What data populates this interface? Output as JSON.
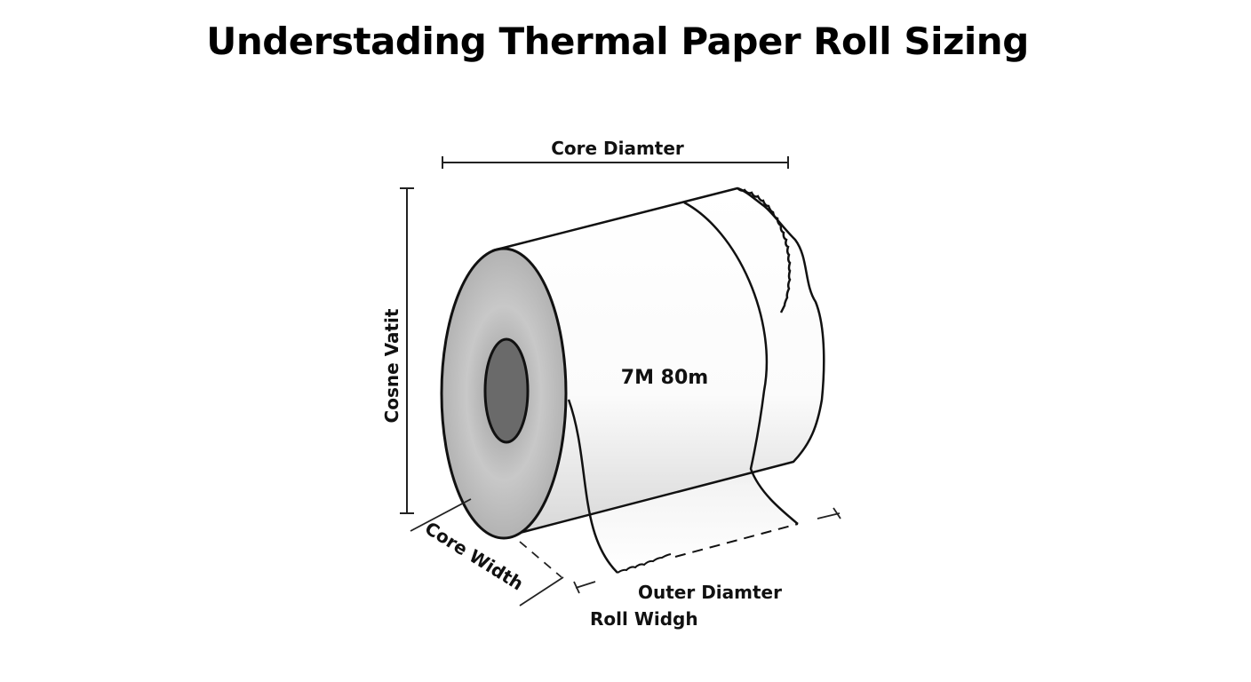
{
  "title": "Understading Thermal Paper Roll Sizing",
  "labels": {
    "top_dimension": "Core Diamter",
    "left_dimension": "Cosne Vatit",
    "roll_center": "7M 80m",
    "core_width": "Core Width",
    "outer_diameter": "Outer Diamter",
    "roll_width": "Roll Widgh"
  }
}
